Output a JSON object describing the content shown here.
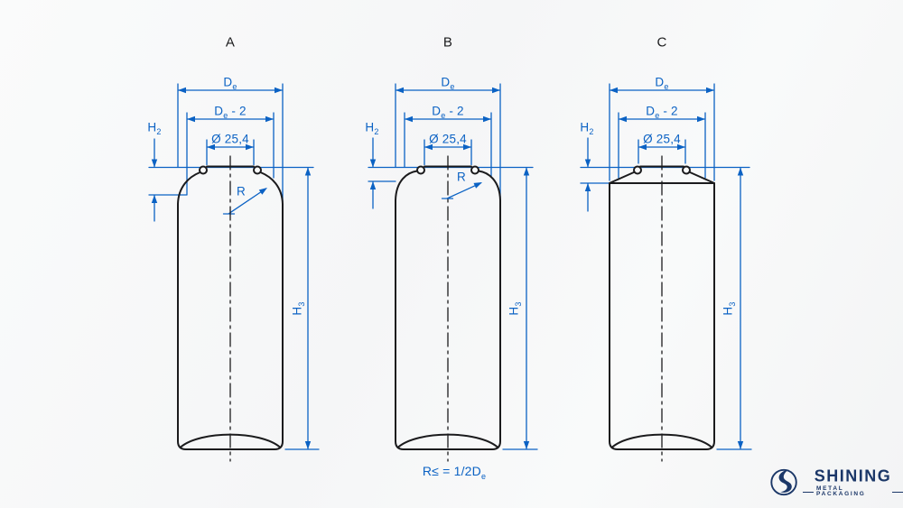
{
  "colors": {
    "dimension_blue": "#0b62c4",
    "drawing_black": "#1b1b1d",
    "logo_navy": "#1b3768"
  },
  "figures": [
    {
      "label": "A"
    },
    {
      "label": "B"
    },
    {
      "label": "C"
    }
  ],
  "dim_labels": {
    "outer_diameter": {
      "main": "D",
      "sub": "e"
    },
    "inner_diameter": {
      "main": "D",
      "sub": "e",
      "suffix": " - 2"
    },
    "opening_diameter": "Ø 25,4",
    "shoulder_height": {
      "main": "H",
      "sub": "2"
    },
    "total_height": {
      "main": "H",
      "sub": "3"
    },
    "radius": "R"
  },
  "note": {
    "main": "R≤ = 1/2D",
    "sub": "e"
  },
  "logo": {
    "brand": "SHINING",
    "tagline": "METAL PACKAGING"
  }
}
